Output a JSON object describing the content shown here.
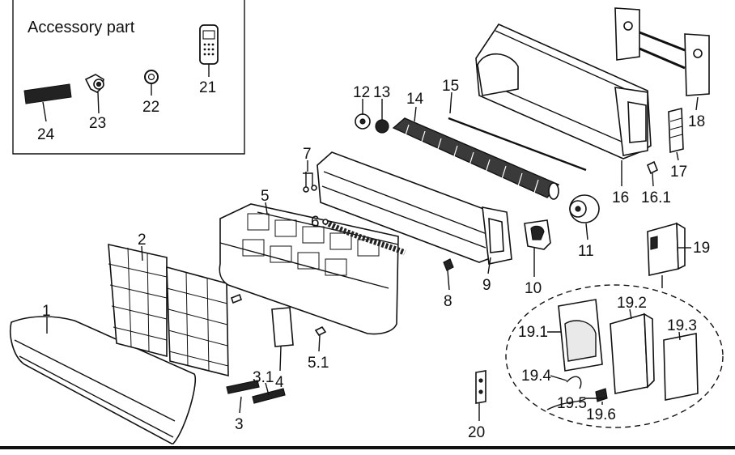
{
  "accessory_title": "Accessory part",
  "labels": {
    "p1": "1",
    "p2": "2",
    "p3": "3",
    "p3_1": "3.1",
    "p4": "4",
    "p5": "5",
    "p5_1": "5.1",
    "p6": "6",
    "p7": "7",
    "p8": "8",
    "p9": "9",
    "p10": "10",
    "p11": "11",
    "p12": "12",
    "p13": "13",
    "p14": "14",
    "p15": "15",
    "p16": "16",
    "p16_1": "16.1",
    "p17": "17",
    "p18": "18",
    "p19": "19",
    "p19_1": "19.1",
    "p19_2": "19.2",
    "p19_3": "19.3",
    "p19_4": "19.4",
    "p19_5": "19.5",
    "p19_6": "19.6",
    "p20": "20",
    "p21": "21",
    "p22": "22",
    "p23": "23",
    "p24": "24"
  }
}
